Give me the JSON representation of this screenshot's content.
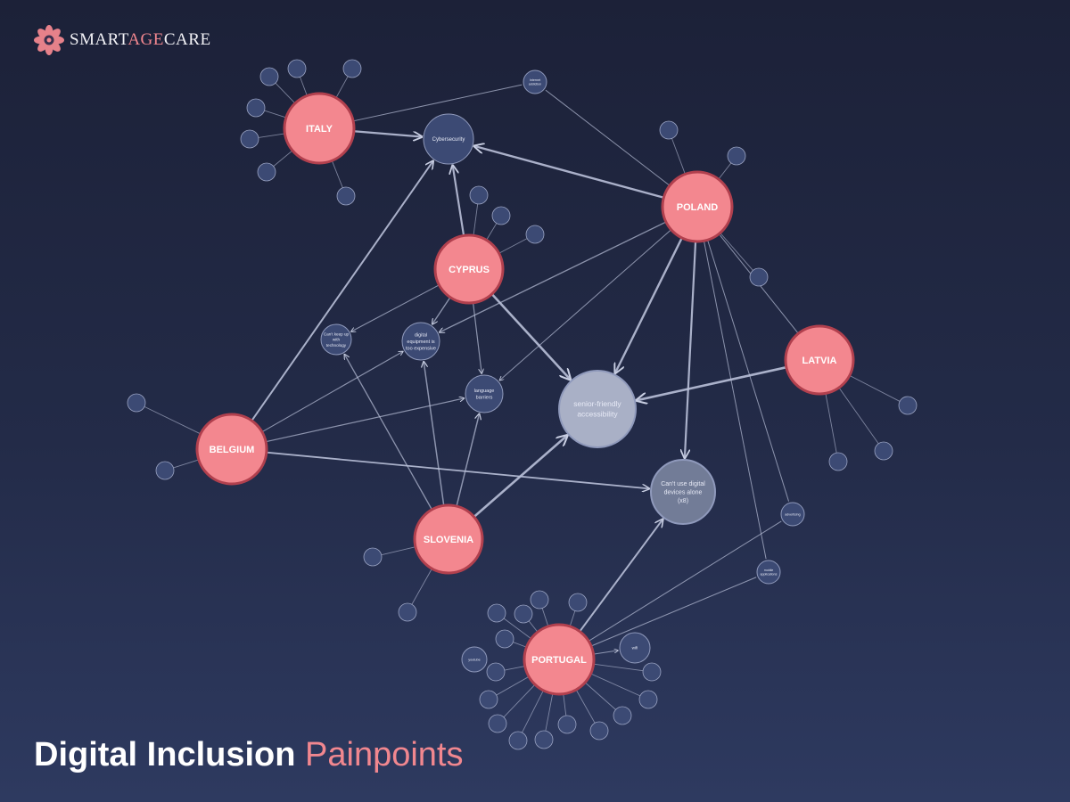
{
  "brand": {
    "name_part1": "SMART",
    "name_part2": "AGE",
    "name_part3": "CARE",
    "accent_color": "#f1878f"
  },
  "heading": {
    "part1": "Digital Inclusion",
    "part2": "Painpoints"
  },
  "colors": {
    "country_fill": "#f3878f",
    "country_stroke": "#b1404e",
    "issue_fill": "#3c4a74",
    "big_fill": "#a9b0c6",
    "mid_fill": "#727c97"
  },
  "countries": [
    {
      "id": "italy",
      "label": "ITALY"
    },
    {
      "id": "poland",
      "label": "POLAND"
    },
    {
      "id": "cyprus",
      "label": "CYPRUS"
    },
    {
      "id": "latvia",
      "label": "LATVIA"
    },
    {
      "id": "belgium",
      "label": "BELGIUM"
    },
    {
      "id": "slovenia",
      "label": "SLOVENIA"
    },
    {
      "id": "portugal",
      "label": "PORTUGAL"
    }
  ],
  "issues": [
    {
      "id": "cybersecurity",
      "lines": [
        "Cybersecurity"
      ]
    },
    {
      "id": "senior",
      "lines": [
        "senior-friendly",
        "accessibility"
      ]
    },
    {
      "id": "cantuse",
      "lines": [
        "Can't use digital",
        "devices alone",
        "(x8)"
      ]
    },
    {
      "id": "expensive",
      "lines": [
        "digital",
        "equipment is",
        "too expensive"
      ]
    },
    {
      "id": "language",
      "lines": [
        "language",
        "barriers"
      ]
    },
    {
      "id": "keepup",
      "lines": [
        "Can't keep up",
        "with",
        "technology"
      ]
    },
    {
      "id": "internet",
      "lines": [
        "Internet",
        "addiction"
      ]
    },
    {
      "id": "advertising",
      "lines": [
        "advertising"
      ]
    },
    {
      "id": "mobileapps",
      "lines": [
        "mobile",
        "applications"
      ]
    },
    {
      "id": "wifi",
      "lines": [
        "wifi"
      ]
    },
    {
      "id": "youtube",
      "lines": [
        "youtube"
      ]
    }
  ]
}
